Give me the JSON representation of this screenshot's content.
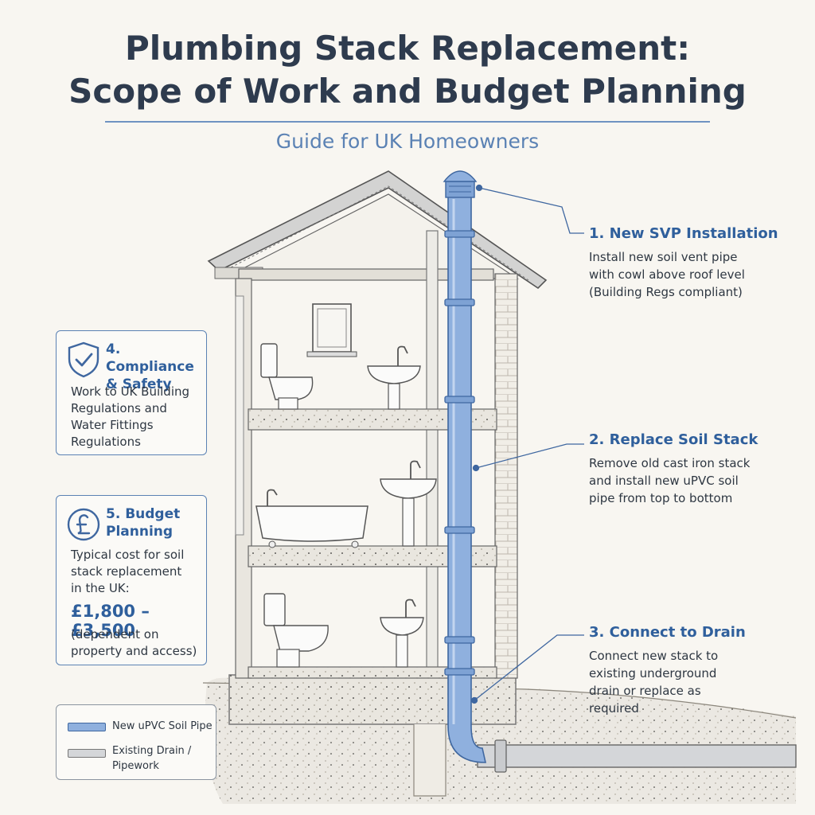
{
  "header": {
    "title_line1": "Plumbing Stack Replacement:",
    "title_line2": "Scope of Work and Budget Planning",
    "subtitle": "Guide for UK Homeowners"
  },
  "callouts": [
    {
      "heading": "1. New SVP Installation",
      "text": "Install new soil vent pipe\nwith cowl above roof level\n(Building Regs compliant)"
    },
    {
      "heading": "2. Replace Soil Stack",
      "text": "Remove old cast iron stack\nand install new uPVC soil\npipe from top to bottom"
    },
    {
      "heading": "3. Connect to Drain",
      "text": "Connect new stack to\nexisting underground\ndrain or replace as\nrequired"
    }
  ],
  "compliance": {
    "icon": "shield-check-icon",
    "heading": "4. Compliance\n& Safety",
    "text": "Work to UK Building\nRegulations and\nWater Fittings\nRegulations"
  },
  "budget": {
    "icon": "pound-coin-icon",
    "heading": "5. Budget\nPlanning",
    "text": "Typical cost for soil\nstack replacement\nin the UK:",
    "value": "£1,800 – £3,500",
    "note": "(dependent on\nproperty and access)"
  },
  "legend": [
    {
      "label": "New uPVC Soil Pipe",
      "color": "#8fb0de"
    },
    {
      "label": "Existing Drain /\nPipework",
      "color": "#d4d6d9"
    }
  ],
  "colors": {
    "accent": "#2f5f9c",
    "pipe_blue": "#8fb0de",
    "pipe_outline": "#3f67a0",
    "existing_pipe": "#d4d6d9",
    "concrete": "#e6e3dc"
  }
}
